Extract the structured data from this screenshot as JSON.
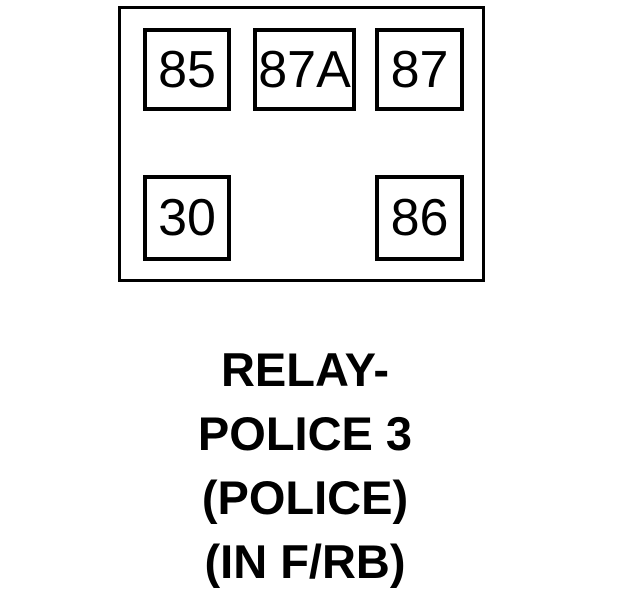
{
  "diagram": {
    "type": "automotive-relay-terminal-pinout",
    "body": {
      "shape": "rectangle",
      "stroke_color": "#000000",
      "fill_color": "#ffffff"
    },
    "terminals": [
      {
        "id": "85",
        "label": "85",
        "row": "top",
        "position": "left"
      },
      {
        "id": "87A",
        "label": "87A",
        "row": "top",
        "position": "center"
      },
      {
        "id": "87",
        "label": "87",
        "row": "top",
        "position": "right"
      },
      {
        "id": "30",
        "label": "30",
        "row": "bottom",
        "position": "left"
      },
      {
        "id": "86",
        "label": "86",
        "row": "bottom",
        "position": "right"
      }
    ]
  },
  "caption": {
    "lines": [
      "RELAY-",
      "POLICE 3",
      "(POLICE)",
      "(IN F/RB)"
    ]
  }
}
